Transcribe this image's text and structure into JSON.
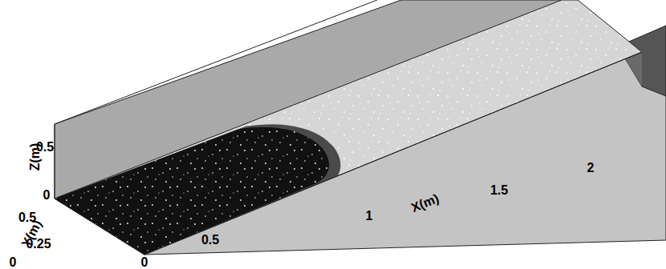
{
  "diagram": {
    "labels": [
      "Z(m)",
      "0.5",
      "0",
      "0.5",
      "Y(m)",
      "0.25",
      "0",
      "0",
      "0.5",
      "1",
      "X(m)",
      "1.5",
      "2"
    ]
  }
}
